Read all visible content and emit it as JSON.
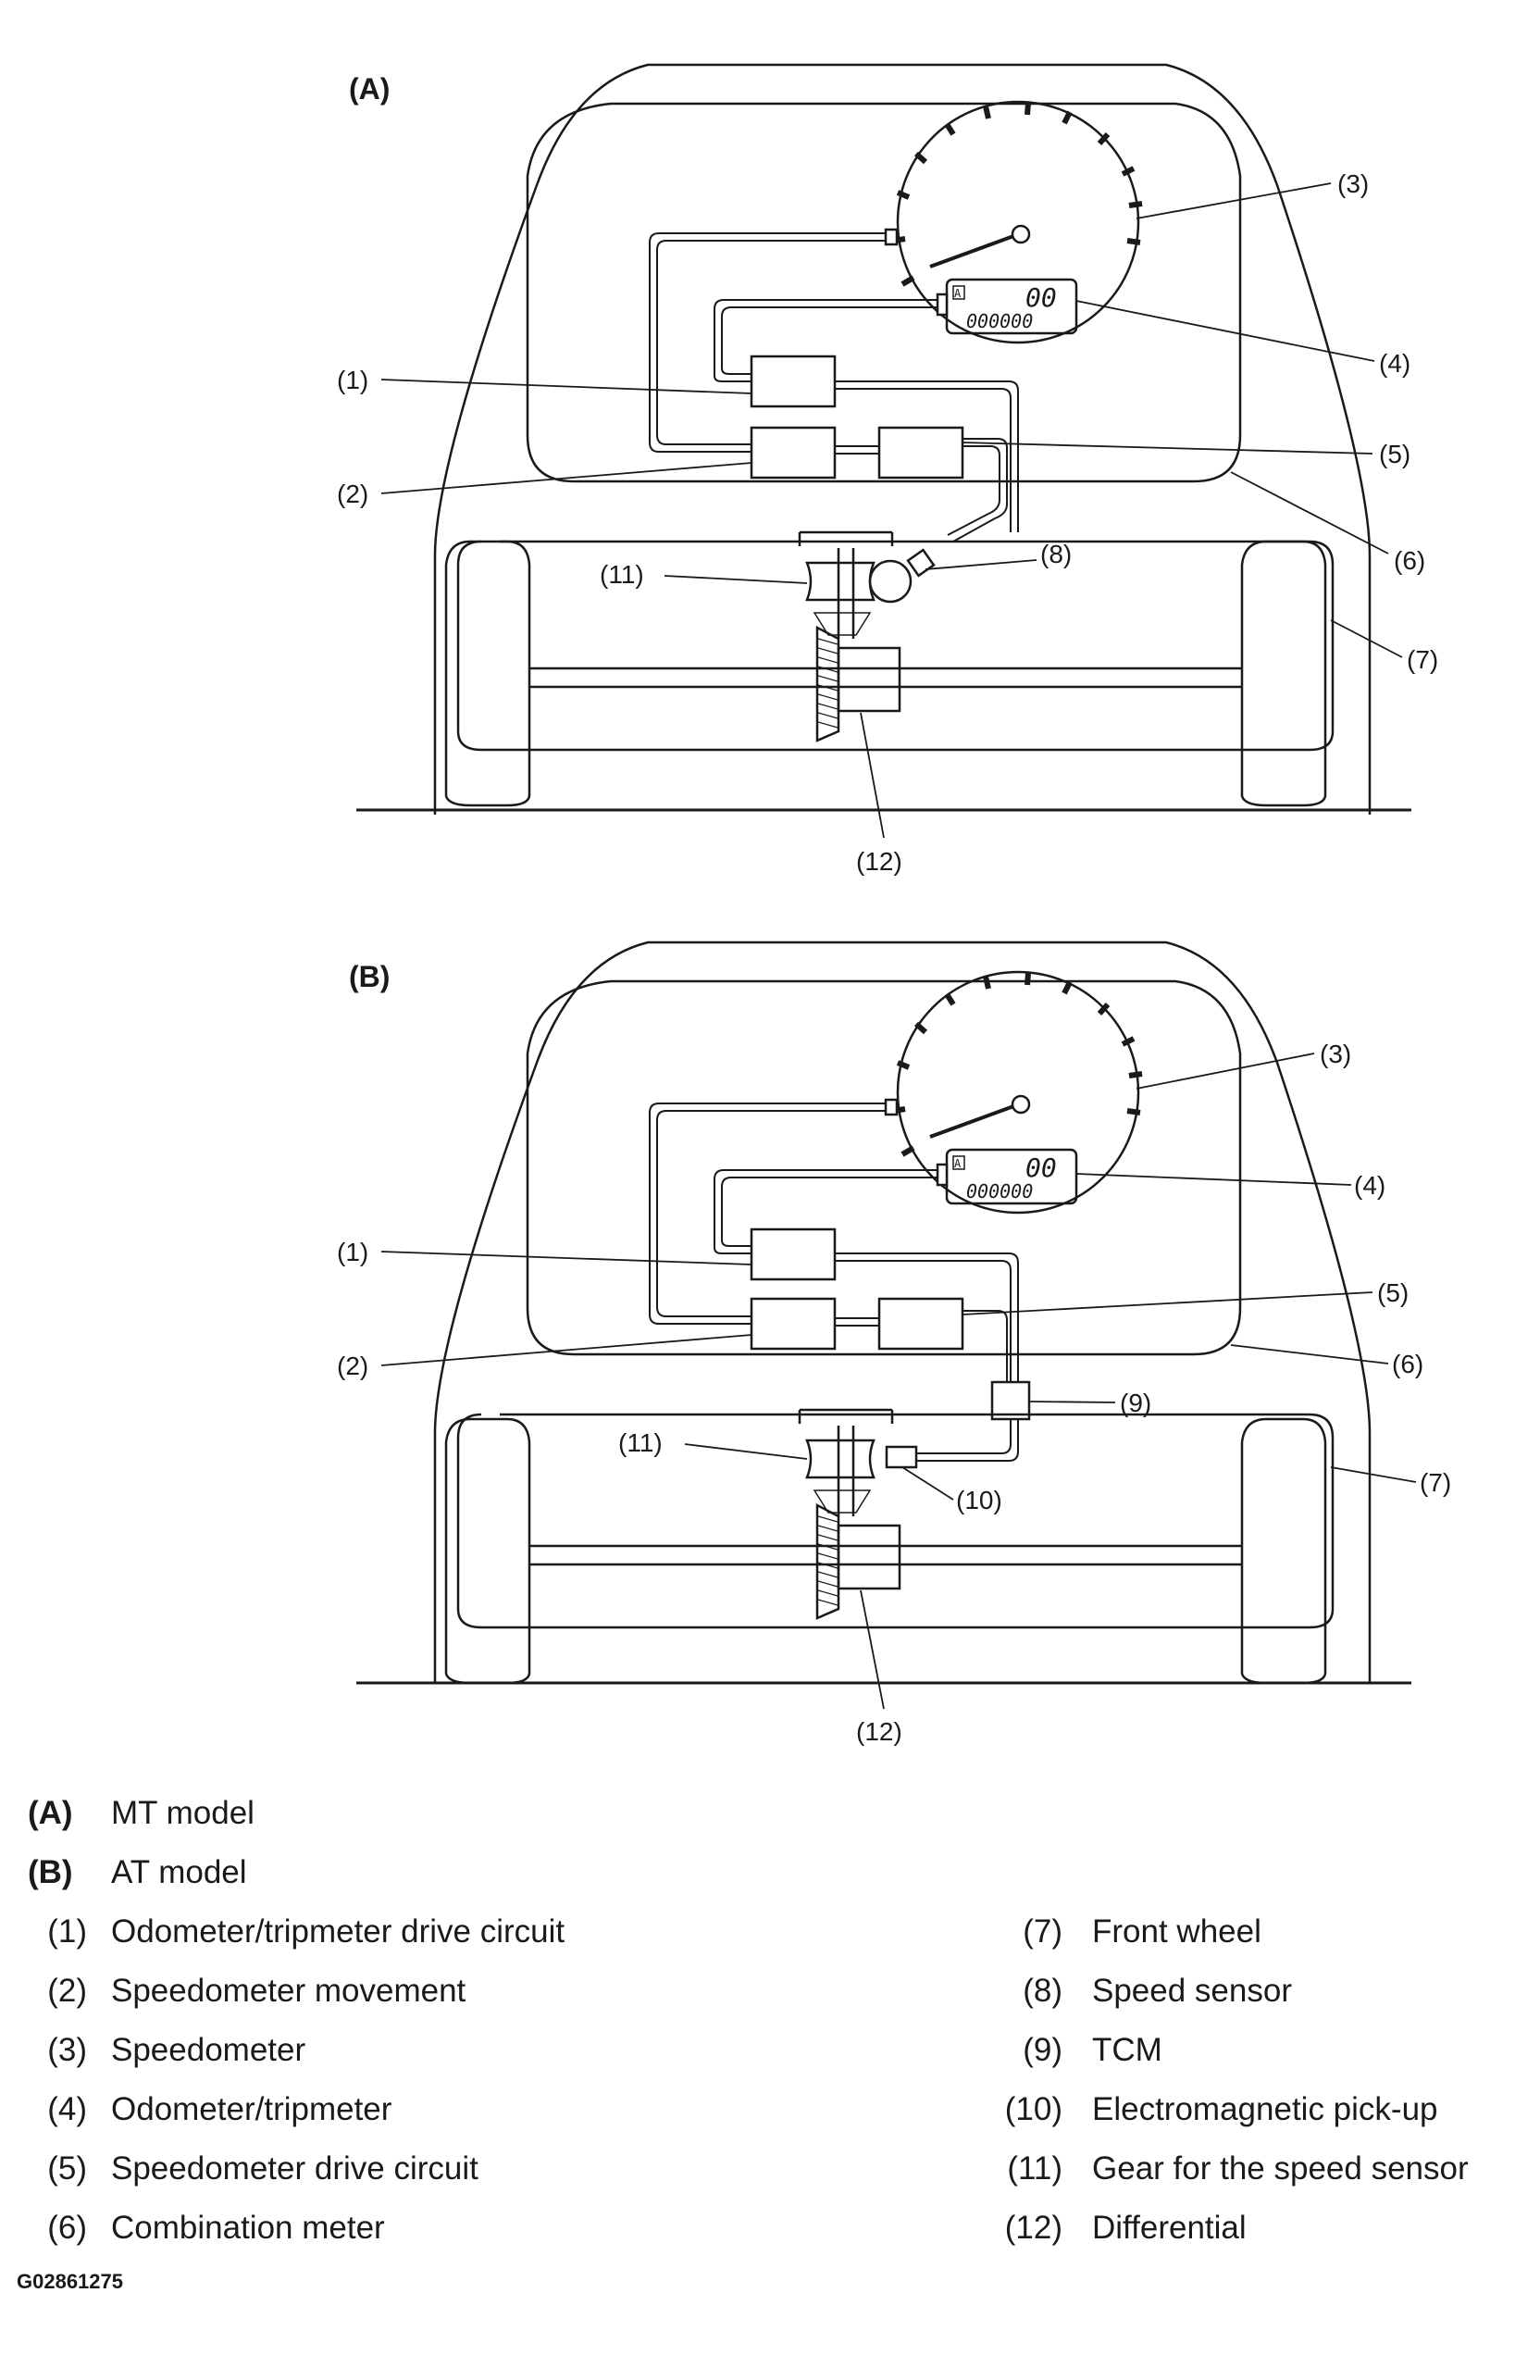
{
  "panels": [
    {
      "id": "A",
      "title": "(A)"
    },
    {
      "id": "B",
      "title": "(B)"
    }
  ],
  "display": {
    "indicator": "A",
    "trip": "00",
    "odo": "000000"
  },
  "callouts": {
    "c1": "(1)",
    "c2": "(2)",
    "c3": "(3)",
    "c4": "(4)",
    "c5": "(5)",
    "c6": "(6)",
    "c7": "(7)",
    "c8": "(8)",
    "c9": "(9)",
    "c10": "(10)",
    "c11": "(11)",
    "c12": "(12)"
  },
  "legend": {
    "models": [
      {
        "key": "(A)",
        "label": "MT model"
      },
      {
        "key": "(B)",
        "label": "AT model"
      }
    ],
    "left": [
      {
        "key": "(1)",
        "label": "Odometer/tripmeter drive circuit"
      },
      {
        "key": "(2)",
        "label": "Speedometer movement"
      },
      {
        "key": "(3)",
        "label": "Speedometer"
      },
      {
        "key": "(4)",
        "label": "Odometer/tripmeter"
      },
      {
        "key": "(5)",
        "label": "Speedometer drive circuit"
      },
      {
        "key": "(6)",
        "label": "Combination meter"
      }
    ],
    "right": [
      {
        "key": "(7)",
        "label": "Front wheel"
      },
      {
        "key": "(8)",
        "label": "Speed sensor"
      },
      {
        "key": "(9)",
        "label": "TCM"
      },
      {
        "key": "(10)",
        "label": "Electromagnetic pick-up"
      },
      {
        "key": "(11)",
        "label": "Gear for the speed sensor"
      },
      {
        "key": "(12)",
        "label": "Differential"
      }
    ]
  },
  "figure_code": "G02861275"
}
